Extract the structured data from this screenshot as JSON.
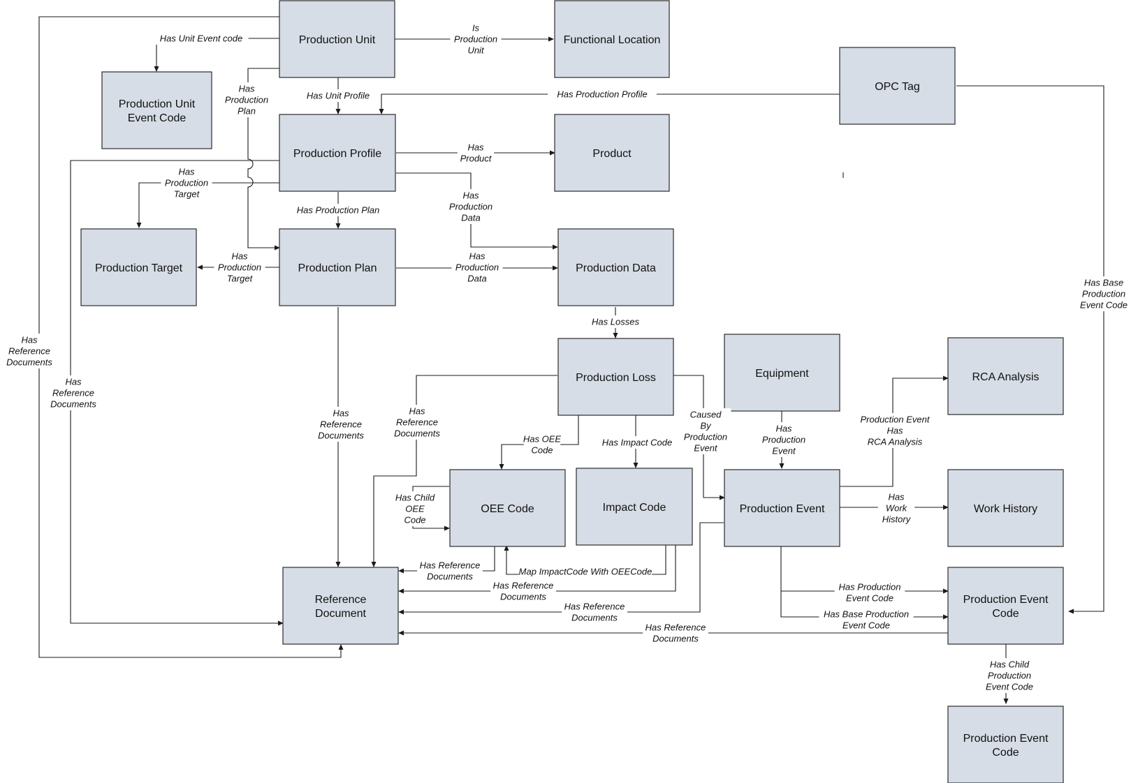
{
  "nodes": {
    "production_unit": "Production Unit",
    "functional_location": "Functional Location",
    "production_unit_event_code": "Production Unit\nEvent Code",
    "opc_tag": "OPC Tag",
    "production_profile": "Production Profile",
    "product": "Product",
    "production_target": "Production Target",
    "production_plan": "Production Plan",
    "production_data": "Production Data",
    "production_loss": "Production Loss",
    "equipment": "Equipment",
    "rca_analysis": "RCA Analysis",
    "oee_code": "OEE Code",
    "impact_code": "Impact Code",
    "production_event": "Production Event",
    "work_history": "Work History",
    "reference_document": "Reference\nDocument",
    "production_event_code": "Production Event\nCode",
    "production_event_code_child": "Production Event\nCode"
  },
  "edge_labels": {
    "has_unit_event_code": "Has Unit Event code",
    "is_production_unit": "Is\nProduction\nUnit",
    "has_unit_profile": "Has Unit Profile",
    "unit_has_production_plan": "Has\nProduction\nPlan",
    "has_production_profile": "Has Production Profile",
    "has_product": "Has\nProduct",
    "profile_has_production_target": "Has\nProduction\nTarget",
    "profile_has_production_plan": "Has Production Plan",
    "profile_has_production_data": "Has\nProduction\nData",
    "plan_has_production_target": "Has\nProduction\nTarget",
    "plan_has_production_data": "Has\nProduction\nData",
    "has_losses": "Has Losses",
    "has_base_production_event_code_opc": "Has Base\nProduction\nEvent Code",
    "unit_has_reference_documents": "Has\nReference\nDocuments",
    "profile_has_reference_documents": "Has\nReference\nDocuments",
    "plan_has_reference_documents": "Has\nReference\nDocuments",
    "loss_has_reference_documents": "Has\nReference\nDocuments",
    "has_oee_code": "Has OEE\nCode",
    "has_impact_code": "Has Impact Code",
    "caused_by_production_event": "Caused\nBy\nProduction\nEvent",
    "equipment_has_production_event": "Has\nProduction\nEvent",
    "production_event_has_rca_analysis": "Production Event\nHas\nRCA Analysis",
    "has_work_history": "Has\nWork\nHistory",
    "has_child_oee_code": "Has Child\nOEE\nCode",
    "oee_has_reference_documents": "Has Reference\nDocuments",
    "map_impactcode_with_oeecode": "Map ImpactCode With OEECode",
    "impact_has_reference_documents": "Has Reference\nDocuments",
    "event_has_reference_documents": "Has Reference\nDocuments",
    "event_code_has_reference_documents": "Has Reference\nDocuments",
    "has_production_event_code": "Has Production\nEvent Code",
    "has_base_production_event_code": "Has Base Production\nEvent Code",
    "has_child_production_event_code": "Has Child\nProduction\nEvent Code"
  }
}
